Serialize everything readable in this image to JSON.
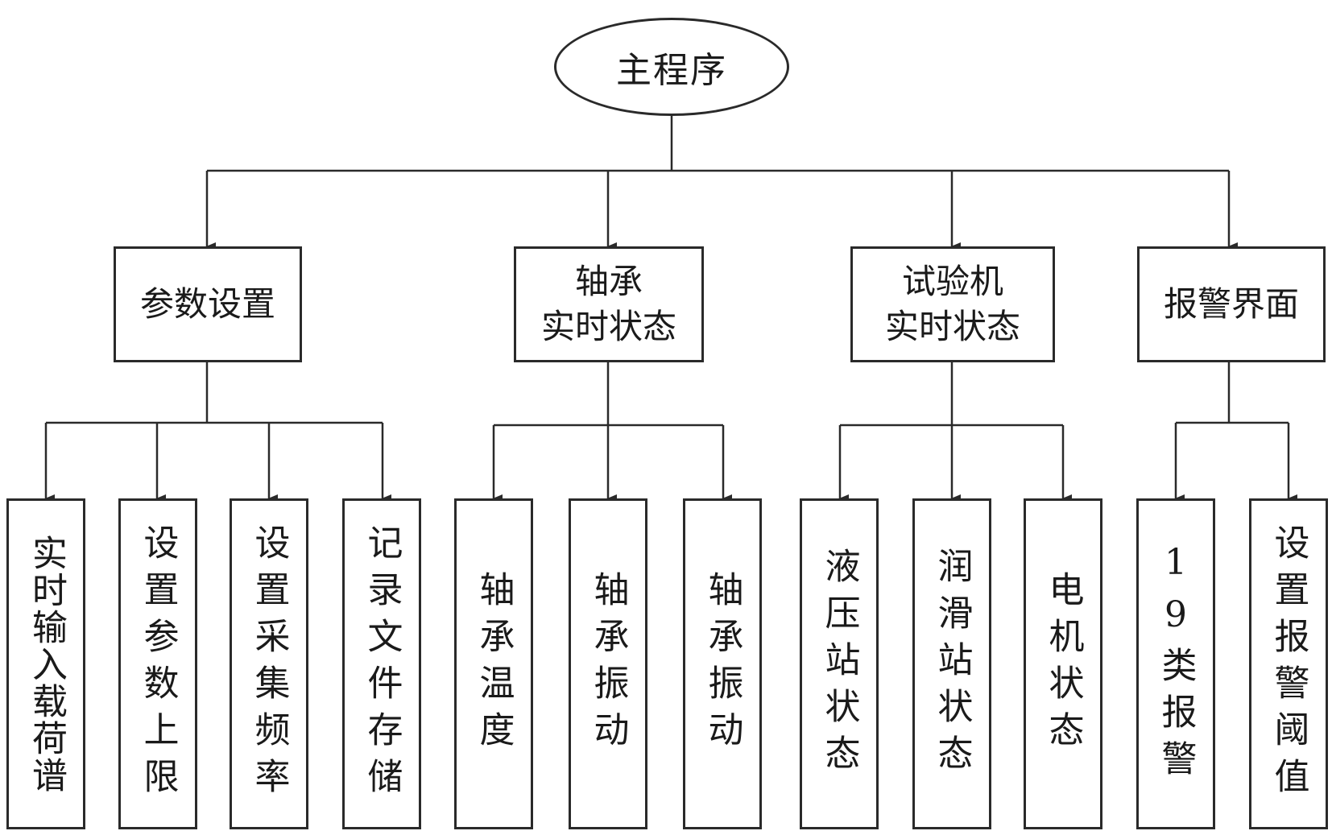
{
  "root": {
    "label": "主程序"
  },
  "branches": [
    {
      "label": "参数设置",
      "children": [
        "实时输入载荷谱",
        "设置参数上限",
        "设置采集频率",
        "记录文件存储"
      ]
    },
    {
      "label": "轴承\n实时状态",
      "children": [
        "轴承温度",
        "轴承振动",
        "轴承振动"
      ]
    },
    {
      "label": "试验机\n实时状态",
      "children": [
        "液压站状态",
        "润滑站状态",
        "电机状态"
      ]
    },
    {
      "label": "报警界面",
      "children": [
        "19类报警",
        "设置报警阈值"
      ]
    }
  ]
}
